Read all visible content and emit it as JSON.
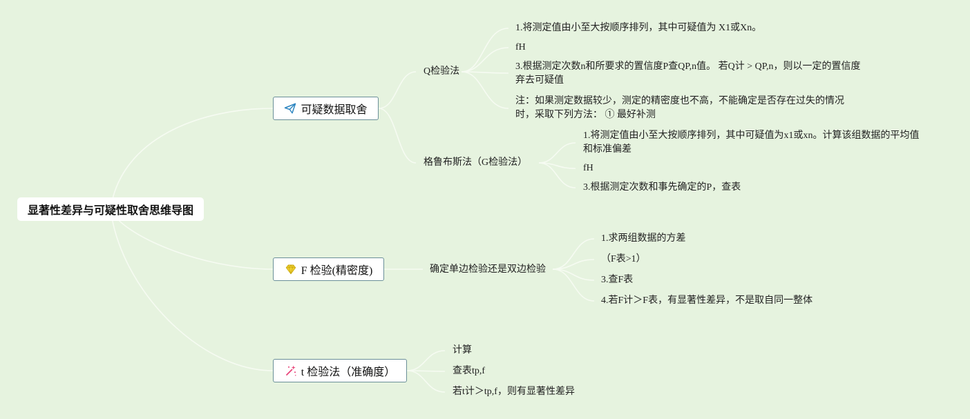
{
  "root": {
    "title": "显著性差异与可疑性取舍思维导图"
  },
  "branches": [
    {
      "label": "可疑数据取舍",
      "icon": "paper-plane-icon",
      "children": [
        {
          "label": "Q检验法",
          "items": [
            "1.将测定值由小至大按顺序排列，其中可疑值为 X1或Xn。",
            "fH",
            "3.根据测定次数n和所要求的置信度P查QP,n值。 若Q计 > QP,n，则以一定的置信度弃去可疑值",
            "注：如果测定数据较少，测定的精密度也不高，不能确定是否存在过失的情况时，采取下列方法： ① 最好补测"
          ]
        },
        {
          "label": "格鲁布斯法（G检验法）",
          "items": [
            "1.将测定值由小至大按顺序排列，其中可疑值为x1或xn。计算该组数据的平均值和标准偏差",
            "fH",
            "3.根据测定次数和事先确定的P，查表"
          ]
        }
      ]
    },
    {
      "label": "F 检验(精密度)",
      "icon": "diamond-icon",
      "children": [
        {
          "label": "确定单边检验还是双边检验",
          "items": [
            "1.求两组数据的方差",
            "（F表>1）",
            "3.查F表",
            "4.若F计＞F表，有显著性差异，不是取自同一整体"
          ]
        }
      ]
    },
    {
      "label": "t 检验法（准确度）",
      "icon": "sparkle-wand-icon",
      "items": [
        "计算",
        "查表tp,f",
        "若t计＞tp,f，则有显著性差异"
      ]
    }
  ],
  "colors": {
    "background": "#e6f3df",
    "connector": "#f6fbf2",
    "branch_border": "#6a8f98",
    "icon_plane": "#2e86c1",
    "icon_diamond": "#f2d230",
    "icon_wand": "#e8457a"
  }
}
